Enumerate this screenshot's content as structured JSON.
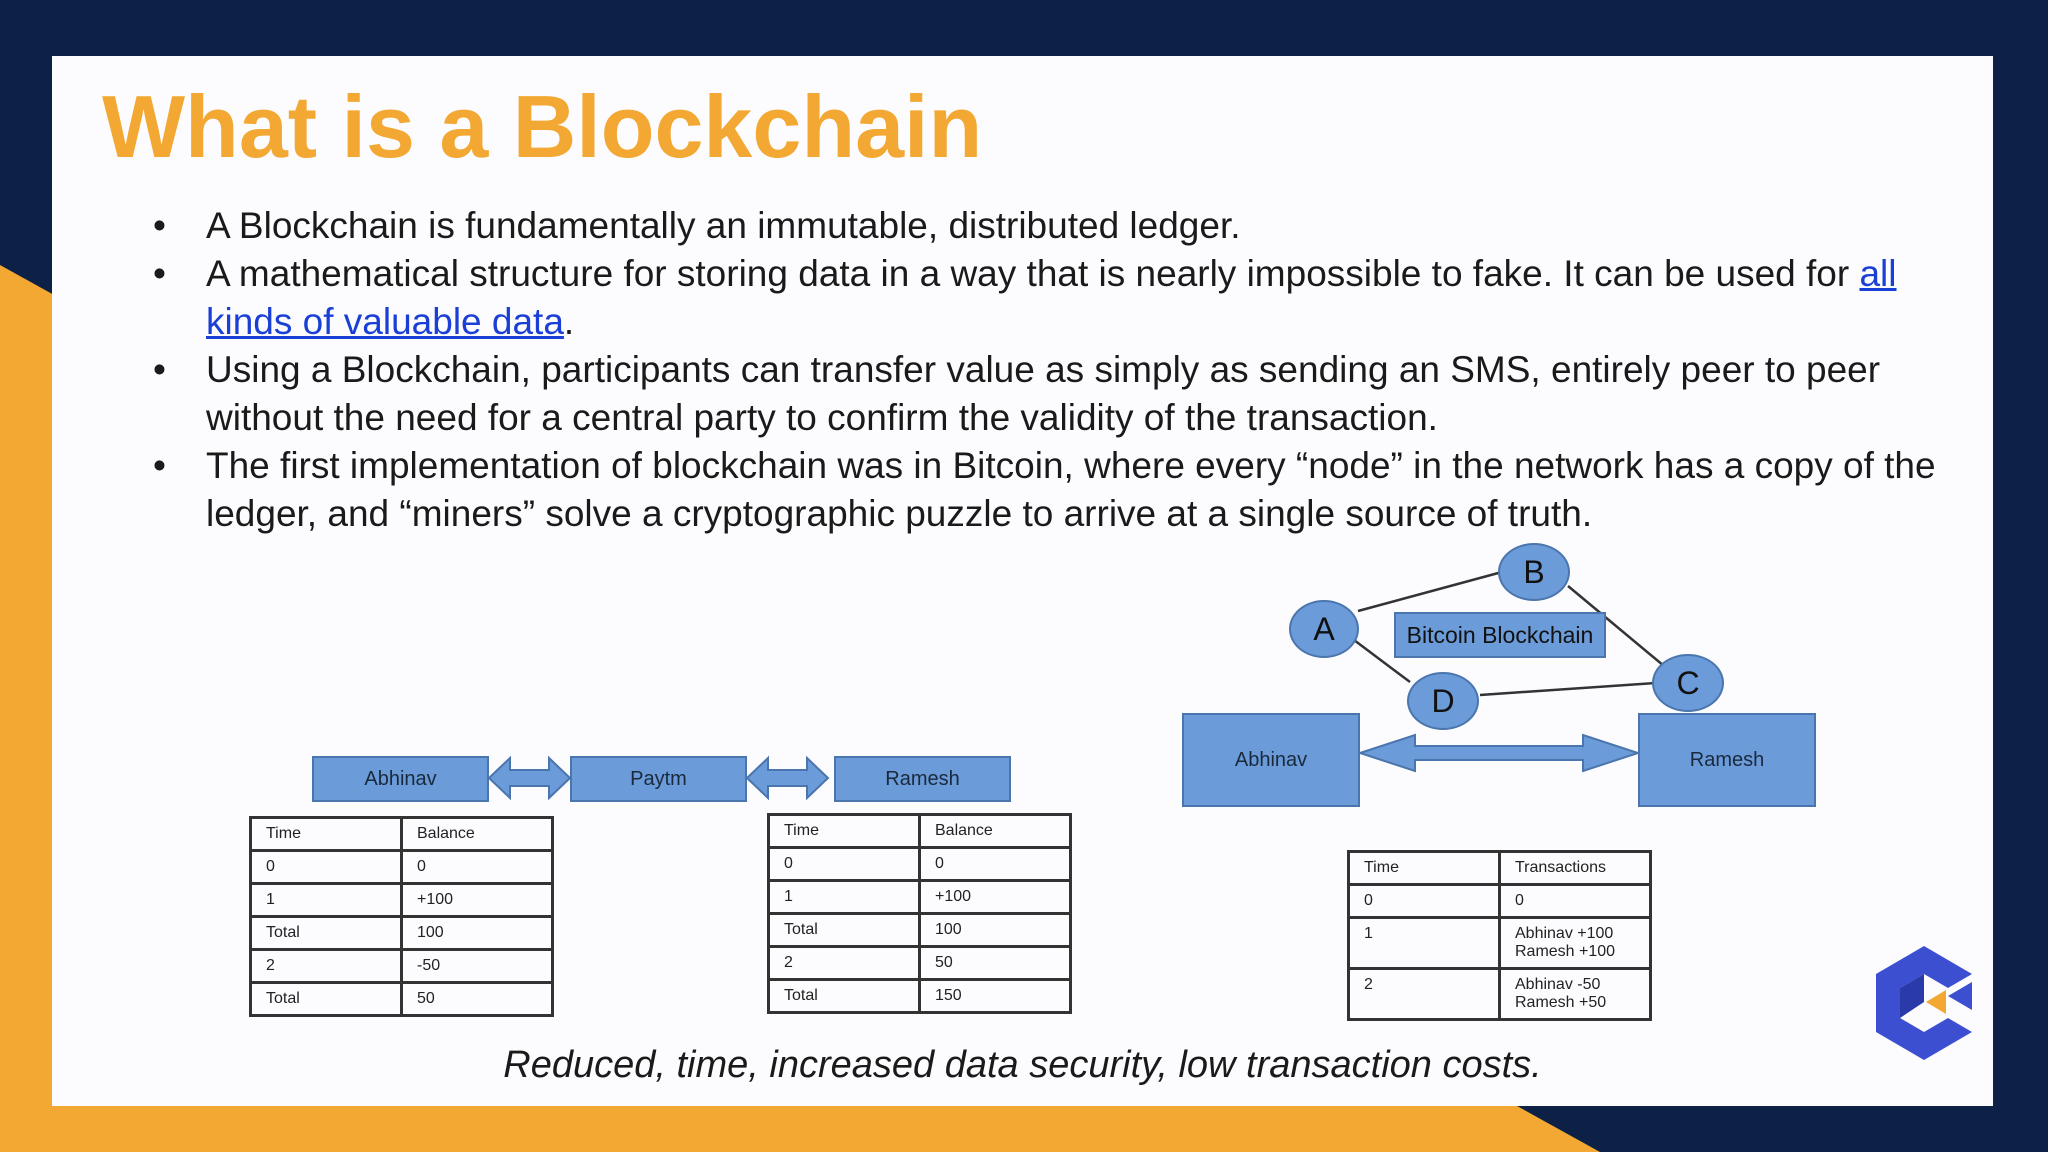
{
  "title": "What is a Blockchain",
  "bullets": [
    {
      "text": "A Blockchain is fundamentally an immutable, distributed ledger."
    },
    {
      "text_before": "A mathematical structure for storing data in a way that is nearly impossible to fake. It can be used for ",
      "link": "all kinds of valuable data",
      "text_after": "."
    },
    {
      "text": "Using a Blockchain, participants can transfer value as simply as sending an SMS, entirely peer to peer without the need for a central party to confirm the validity of the transaction."
    },
    {
      "text": "The first implementation of blockchain was in Bitcoin, where every “node” in the network has a copy of the ledger, and “miners” solve a cryptographic puzzle to arrive at a single source of truth."
    }
  ],
  "bullet_symbol": "•",
  "left_diagram": {
    "box_left": "Abhinav",
    "box_mid": "Paytm",
    "box_right": "Ramesh",
    "table1": {
      "headers": [
        "Time",
        "Balance"
      ],
      "rows": [
        [
          "0",
          "0"
        ],
        [
          "1",
          "+100"
        ],
        [
          "Total",
          "100"
        ],
        [
          "2",
          "-50"
        ],
        [
          "Total",
          "50"
        ]
      ]
    },
    "table2": {
      "headers": [
        "Time",
        "Balance"
      ],
      "rows": [
        [
          "0",
          "0"
        ],
        [
          "1",
          "+100"
        ],
        [
          "Total",
          "100"
        ],
        [
          "2",
          "50"
        ],
        [
          "Total",
          "150"
        ]
      ]
    }
  },
  "right_diagram": {
    "nodes": {
      "a": "A",
      "b": "B",
      "c": "C",
      "d": "D"
    },
    "network_label": "Bitcoin Blockchain",
    "box_left": "Abhinav",
    "box_right": "Ramesh",
    "table": {
      "headers": [
        "Time",
        "Transactions"
      ],
      "rows": [
        [
          "0",
          "0"
        ],
        [
          "1",
          "Abhinav +100\nRamesh +100"
        ],
        [
          "2",
          "Abhinav -50\nRamesh +50"
        ]
      ]
    }
  },
  "caption": "Reduced, time, increased data security, low transaction costs.",
  "logo_icon": "company-logo-icon",
  "colors": {
    "title": "#f2a833",
    "accent_navy": "#0d2147",
    "box_blue": "#6b9bd8",
    "link": "#1a3fd6"
  }
}
